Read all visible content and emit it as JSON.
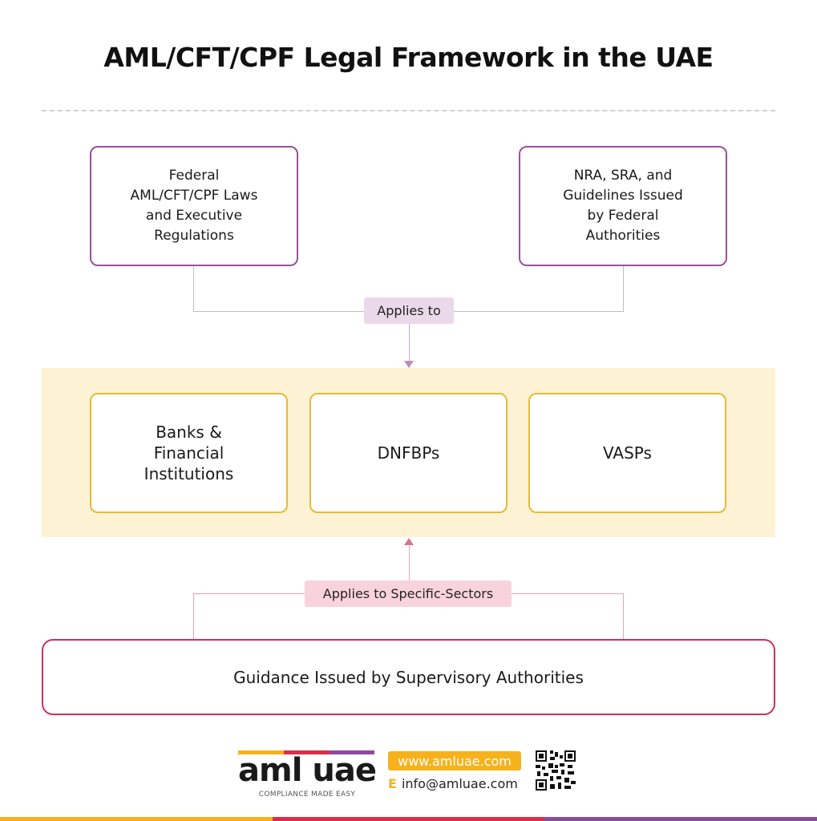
{
  "title": "AML/CFT/CPF Legal Framework in the UAE",
  "top_boxes": {
    "left": [
      "Federal",
      "AML/CFT/CPF Laws",
      "and Executive",
      "Regulations"
    ],
    "right": [
      "NRA, SRA, and",
      "Guidelines Issued",
      "by Federal",
      "Authorities"
    ]
  },
  "connector_top": "Applies to",
  "sectors": {
    "banks": [
      "Banks &",
      "Financial",
      "Institutions"
    ],
    "dnfbps": "DNFBPs",
    "vasps": "VASPs"
  },
  "connector_bottom": "Applies to Specific-Sectors",
  "guidance": "Guidance Issued by Supervisory Authorities",
  "footer": {
    "logo": "aml uae",
    "tagline": "COMPLIANCE MADE EASY",
    "website": "www.amluae.com",
    "email_label": "E",
    "email": "info@amluae.com"
  },
  "colors": {
    "purple": "#9b4f9b",
    "gold": "#e8b93a",
    "pink": "#c8325c",
    "band": "#fdf2d3",
    "bar_yellow": "#f6b21c",
    "bar_red": "#d92e4b",
    "bar_purple": "#8c4a9c"
  }
}
